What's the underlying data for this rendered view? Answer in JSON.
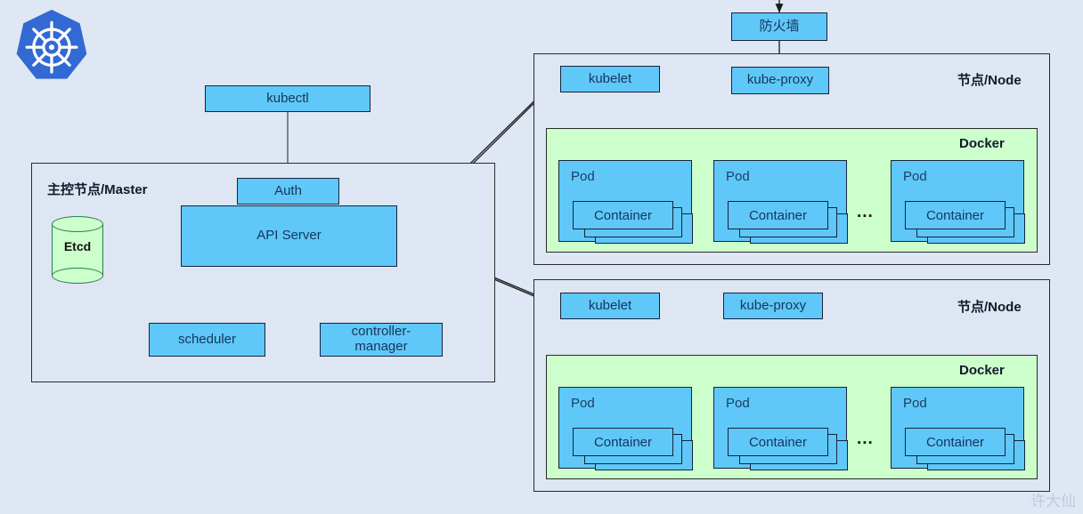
{
  "diagram": {
    "title": "Kubernetes Architecture",
    "background_color": "#dee7f3",
    "box_fill": "#5fc8f8",
    "docker_fill": "#ccffcc",
    "group_fill": "#dde6f2",
    "watermark": "许大仙"
  },
  "logo": {
    "name": "kubernetes-logo",
    "color": "#3269d3"
  },
  "firewall": {
    "label": "防火墙"
  },
  "kubectl": {
    "label": "kubectl"
  },
  "master": {
    "label": "主控节点/Master",
    "etcd": {
      "label": "Etcd"
    },
    "api_server": {
      "label": "API Server"
    },
    "auth": {
      "label": "Auth"
    },
    "scheduler": {
      "label": "scheduler"
    },
    "controller_manager": {
      "label": "controller-\nmanager"
    }
  },
  "nodes": [
    {
      "label": "节点/Node",
      "kubelet": {
        "label": "kubelet"
      },
      "kube_proxy": {
        "label": "kube-proxy"
      },
      "docker": {
        "label": "Docker"
      },
      "ellipsis": "...",
      "pods": [
        {
          "label": "Pod",
          "container": {
            "label": "Container"
          }
        },
        {
          "label": "Pod",
          "container": {
            "label": "Container"
          }
        },
        {
          "label": "Pod",
          "container": {
            "label": "Container"
          }
        }
      ]
    },
    {
      "label": "节点/Node",
      "kubelet": {
        "label": "kubelet"
      },
      "kube_proxy": {
        "label": "kube-proxy"
      },
      "docker": {
        "label": "Docker"
      },
      "ellipsis": "...",
      "pods": [
        {
          "label": "Pod",
          "container": {
            "label": "Container"
          }
        },
        {
          "label": "Pod",
          "container": {
            "label": "Container"
          }
        },
        {
          "label": "Pod",
          "container": {
            "label": "Container"
          }
        }
      ]
    }
  ]
}
